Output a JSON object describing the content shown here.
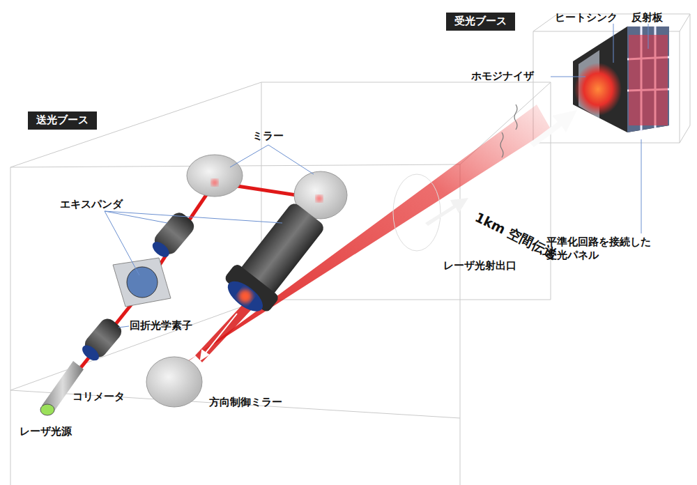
{
  "diagram": {
    "nodes": [
      {
        "text": [
          "送光ブース"
        ]
      },
      {
        "text": [
          "受光ブース"
        ]
      }
    ],
    "labels": [
      "ミラー",
      "エキスパンダ",
      "回折光学素子",
      "コリメータ",
      "レーザ光源",
      "方向制御ミラー",
      "レーザ光射出口",
      "1km 空間伝送",
      "ヒートシンク",
      "反射板",
      "ホモジナイザ",
      "平準化回路を接続した 受光パネル"
    ]
  }
}
